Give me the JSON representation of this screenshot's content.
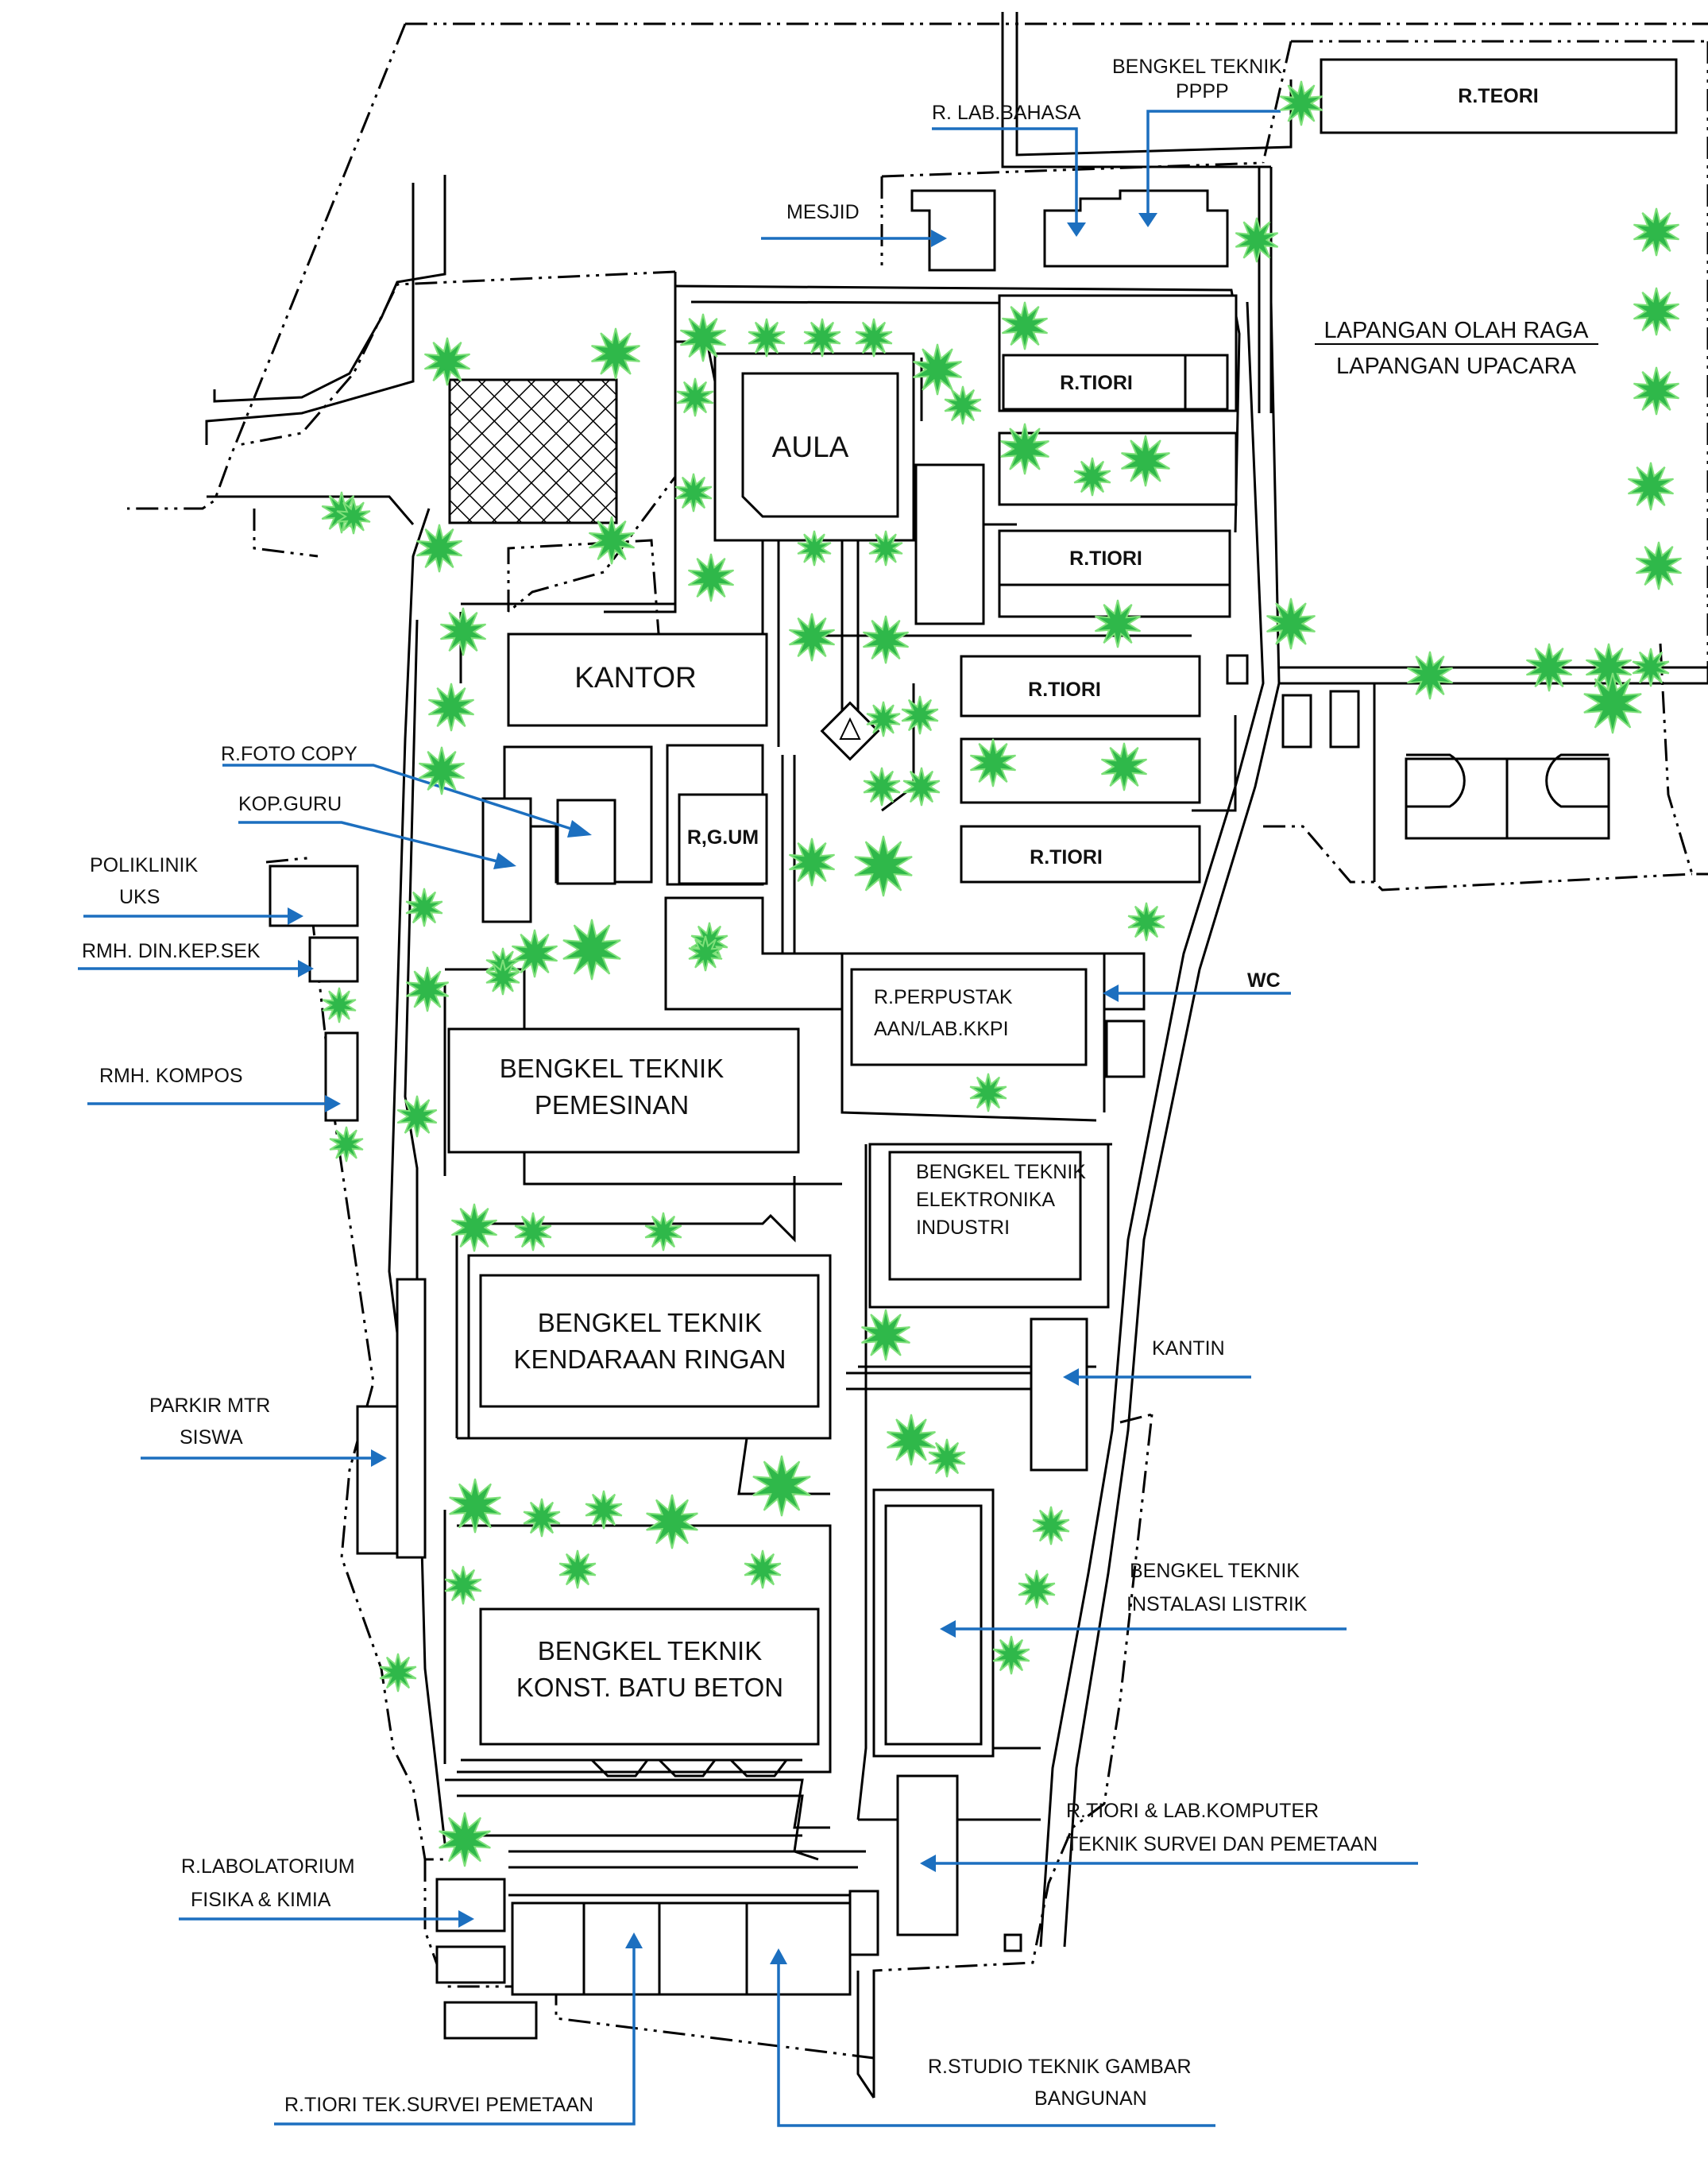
{
  "labels": {
    "r_teori": "R.TEORI",
    "bengkel_pppp_1": "BENGKEL TEKNIK",
    "bengkel_pppp_2": "PPPP",
    "lab_bahasa": "R. LAB.BAHASA",
    "mesjid": "MESJID",
    "lapangan_olahraga": "LAPANGAN OLAH RAGA",
    "lapangan_upacara": "LAPANGAN  UPACARA",
    "aula": "AULA",
    "r_tiori_1": "R.TIORI",
    "r_tiori_2": "R.TIORI",
    "r_tiori_3": "R.TIORI",
    "r_tiori_4": "R.TIORI",
    "kantor": "KANTOR",
    "foto_copy": "R.FOTO COPY",
    "kop_guru": "KOP.GURU",
    "rgum": "R,G.UM",
    "poliklinik_1": "POLIKLINIK",
    "poliklinik_2": "UKS",
    "rmh_din": "RMH. DIN.KEP.SEK",
    "rmh_kompos": "RMH. KOMPOS",
    "wc": "WC",
    "perpus_1": "R.PERPUSTAK",
    "perpus_2": "AAN/LAB.KKPI",
    "pemesinan_1": "BENGKEL TEKNIK",
    "pemesinan_2": "PEMESINAN",
    "elektronika_1": "BENGKEL TEKNIK",
    "elektronika_2": "ELEKTRONIKA",
    "elektronika_3": "INDUSTRI",
    "kendaraan_1": "BENGKEL TEKNIK",
    "kendaraan_2": "KENDARAAN RINGAN",
    "kantin": "KANTIN",
    "parkir_1": "PARKIR MTR",
    "parkir_2": "SISWA",
    "instalasi_1": "BENGKEL TEKNIK",
    "instalasi_2": "INSTALASI  LISTRIK",
    "batu_beton_1": "BENGKEL TEKNIK",
    "batu_beton_2": "KONST. BATU BETON",
    "lab_komputer_1": "R.TIORI & LAB.KOMPUTER",
    "lab_komputer_2": "TEKNIK SURVEI DAN PEMETAAN",
    "lab_fisika_1": "R.LABOLATORIUM",
    "lab_fisika_2": "FISIKA & KIMIA",
    "tiori_survei": "R.TIORI TEK.SURVEI PEMETAAN",
    "studio_1": "R.STUDIO TEKNIK GAMBAR",
    "studio_2": "BANGUNAN"
  },
  "colors": {
    "arrow": "#1c6fbf",
    "tree_fill": "#2fb84a",
    "tree_stroke": "#7fe07a",
    "hatch": "#000000"
  },
  "icon": "tree-icon"
}
